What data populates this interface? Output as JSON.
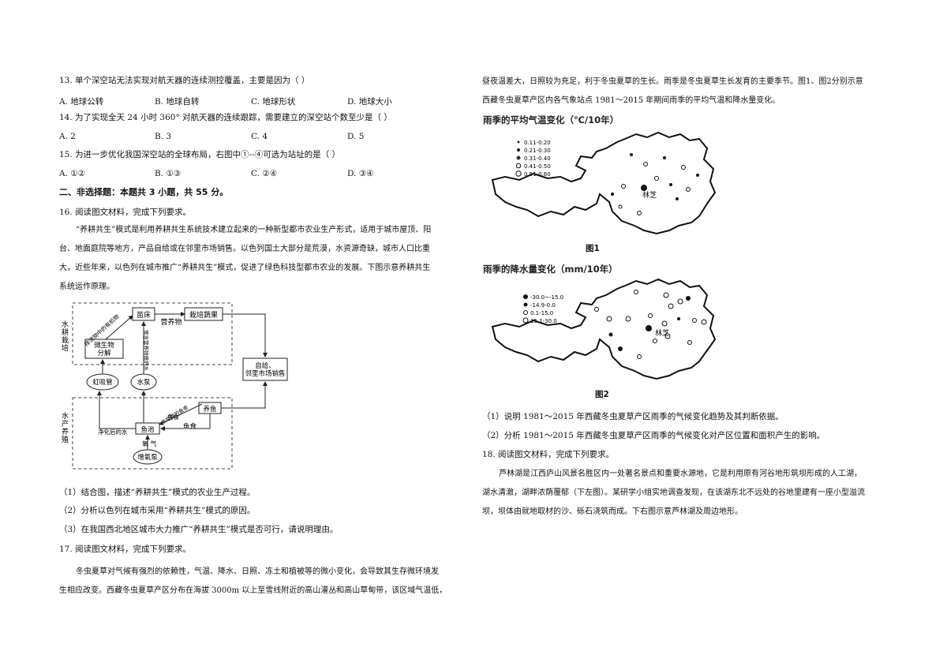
{
  "left": {
    "q13": {
      "stem": "13.  单个深空站无法实现对航天器的连续测控覆盖，主要是因为（     ）",
      "a": "A.  地球公转",
      "b": "B.  地球自转",
      "c": "C.  地球形状",
      "d": "D.  地球大小"
    },
    "q14": {
      "stem": "14.  为了实现全天 24 小时 360° 对航天器的连续跟踪，需要建立的深空站个数至少是（     ）",
      "a": "A.  2",
      "b": "B.  3",
      "c": "C.  4",
      "d": "D.  5"
    },
    "q15": {
      "stem": "15.  为进一步优化我国深空站的全球布局，右图中①--④可选为站址的是（     ）",
      "a": "A.  ①②",
      "b": "B.  ①③",
      "c": "C.  ②④",
      "d": "D.  ③④"
    },
    "section2": "二、非选择题：本题共 3 小题，共 55 分。",
    "q16": {
      "intro": "16. 阅读图文材料，完成下列要求。",
      "para": [
        "“养耕共生”模式是利用养耕共生系统技术建立起来的一种新型都市农业生产形式，适用于城市屋顶、阳",
        "台、地面庭院等地方，产品自给或在邻里市场销售。以色列国土大部分是荒漠，水资源奇缺，城市人口比重",
        "大，近些年来，以色列在城市推广“养耕共生”模式，促进了绿色科技型都市农业的发展。下图示意养耕共生",
        "系统运作原理。"
      ],
      "sub1": "（1）结合图，描述“养耕共生”模式的农业生产过程。",
      "sub2": "（2）分析以色列在城市采用“养耕共生”模式的原因。",
      "sub3": "（3）在我国西北地区城市大力推广“养耕共生”模式是否可行，请说明理由。"
    },
    "diagram": {
      "side_top": "水耕栽培",
      "side_bottom": "水产养殖",
      "nursery": "苗床",
      "veg": "栽培蔬果",
      "nutrient": "营养物",
      "microbe": "微生物\n分解",
      "siphon": "虹吸管",
      "pump": "水泵",
      "self_use": "自给、\n邻里市场销售",
      "fishfarm": "养鱼",
      "pond": "鱼池",
      "aerator": "增氧泵",
      "oxygen": "氧气",
      "fishfood": "鱼食",
      "fishfood2": "鱼食",
      "clean_water": "净化后的水",
      "waste": "排泄物中的有机物",
      "rich_water": "富含营养物质的水",
      "uneaten": "未吃掉的鱼食"
    },
    "q17": {
      "intro": "17. 阅读图文材料，完成下列要求。",
      "para": [
        "冬虫夏草对气候有强烈的依赖性，气温、降水、日照、冻土和植被等的微小变化，会导致其生存微环境发",
        "生相应改变。西藏冬虫夏草产区分布在海拔 3000m 以上至雪线附近的高山灌丛和高山草甸带，该区域气温低，"
      ]
    }
  },
  "right": {
    "para_top": [
      "昼夜温差大，日照较为充足，利于冬虫夏草的生长。雨季是冬虫夏草生长发育的主要季节。图1、图2分别示意",
      "西藏冬虫夏草产区内各气象站点 1981～2015 年期间雨季的平均气温和降水量变化。"
    ],
    "map1": {
      "title": "雨季的平均气温变化（℃/10年）",
      "legend": [
        "0.11-0.20",
        "0.21-0.30",
        "0.31-0.40",
        "0.41-0.50",
        "0.51-0.60"
      ],
      "city": "林芝",
      "caption": "图1"
    },
    "map2": {
      "title": "雨季的降水量变化（mm/10年）",
      "legend": [
        "-30.0~-15.0",
        "-14.9-0.0",
        "0.1-15.0",
        "15.1-30.0"
      ],
      "city": "林芝",
      "caption": "图2"
    },
    "q17sub1": "（1）说明 1981～2015 年西藏冬虫夏草产区雨季的气候变化趋势及其判断依据。",
    "q17sub2": "（2）分析 1981～2015 年西藏冬虫夏草产区雨季的气候变化对产区位置和面积产生的影响。",
    "q18": {
      "intro": "18. 阅读图文材料，完成下列要求。",
      "para": [
        "芦林湖是江西庐山风景名胜区内一处著名景点和重要水源地，它是利用原有河谷地形筑坝形成的人工湖，",
        "湖水清澈，湖畔浓荫覆郁（下左图）。某研学小组实地调查发现，在该湖东北不远处的谷地里建有一座小型溢流",
        "坝，坝体由就地取材的沙、砾石浇筑而成。下右图示意芦林湖及周边地形。"
      ]
    }
  }
}
